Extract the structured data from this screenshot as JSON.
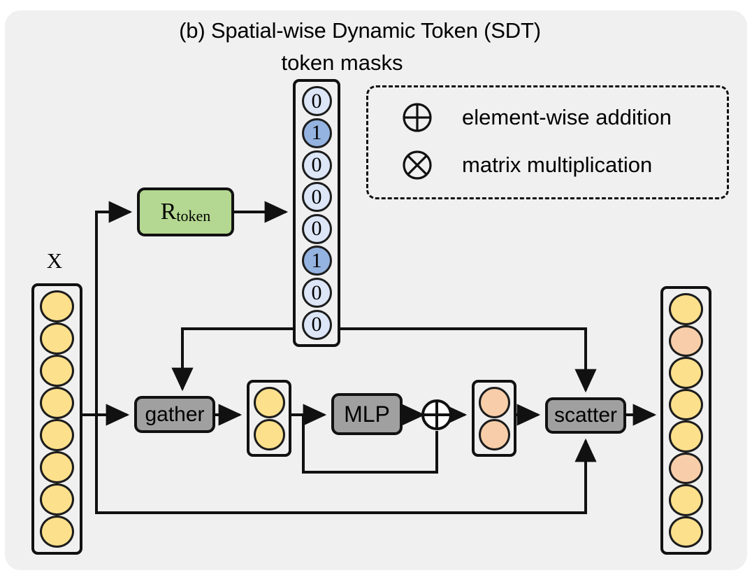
{
  "figure": {
    "title": "(b) Spatial-wise Dynamic Token (SDT)",
    "subtitle": "token masks",
    "input_label": "X"
  },
  "colors": {
    "panel_background": "#f0f0f0",
    "token_yellow": "#fce08c",
    "token_orange": "#f8ceaa",
    "mask_zero_fill": "#dce6f7",
    "mask_one_fill": "#94b3e0",
    "rtoken_green": "#b4d891",
    "op_gray": "#a0a0a0",
    "stroke": "#111111"
  },
  "input_column": {
    "label": "X",
    "tokens": [
      {
        "value": "",
        "color": "#fce08c"
      },
      {
        "value": "",
        "color": "#fce08c"
      },
      {
        "value": "",
        "color": "#fce08c"
      },
      {
        "value": "",
        "color": "#fce08c"
      },
      {
        "value": "",
        "color": "#fce08c"
      },
      {
        "value": "",
        "color": "#fce08c"
      },
      {
        "value": "",
        "color": "#fce08c"
      },
      {
        "value": "",
        "color": "#fce08c"
      }
    ]
  },
  "mask_column": {
    "label": "token masks",
    "values": [
      "0",
      "1",
      "0",
      "0",
      "0",
      "1",
      "0",
      "0"
    ]
  },
  "gathered_column": {
    "tokens": [
      {
        "color": "#fce08c"
      },
      {
        "color": "#fce08c"
      }
    ]
  },
  "processed_column": {
    "tokens": [
      {
        "color": "#f8ceaa"
      },
      {
        "color": "#f8ceaa"
      }
    ]
  },
  "output_column": {
    "tokens": [
      {
        "color": "#fce08c"
      },
      {
        "color": "#f8ceaa"
      },
      {
        "color": "#fce08c"
      },
      {
        "color": "#fce08c"
      },
      {
        "color": "#fce08c"
      },
      {
        "color": "#f8ceaa"
      },
      {
        "color": "#fce08c"
      },
      {
        "color": "#fce08c"
      }
    ]
  },
  "blocks": {
    "rtoken_main": "R",
    "rtoken_sub": "token",
    "gather": "gather",
    "mlp": "MLP",
    "scatter": "scatter"
  },
  "operators": {
    "add_symbol": "plus-circle-icon",
    "multiply_symbol": "times-circle-icon"
  },
  "legend": {
    "items": [
      {
        "symbol": "plus-circle-icon",
        "label": "element-wise addition"
      },
      {
        "symbol": "times-circle-icon",
        "label": "matrix multiplication"
      }
    ]
  }
}
